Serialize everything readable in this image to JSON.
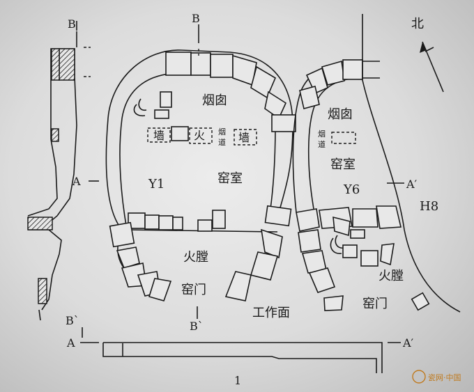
{
  "labels": {
    "chimney_y1": "烟囱",
    "chimney_y6": "烟囱",
    "flue_char1": "烟",
    "flue_char2": "道",
    "flue2_char1": "烟",
    "flue2_char2": "道",
    "chamber_y1": "窑室",
    "chamber_y6": "窑室",
    "kiln_y1": "Y1",
    "kiln_y6": "Y6",
    "pit_h8": "H8",
    "firebox_y1": "火膛",
    "firebox_y6": "火膛",
    "door_y1": "窑门",
    "door_y6": "窑门",
    "work_area": "工作面",
    "wall_left": "墙",
    "fire_char": "火",
    "wall_right": "墙",
    "north": "北",
    "figure_number": "1"
  },
  "section_marks": {
    "b_top_left": "B",
    "b_top_mid": "B",
    "b_bottom_left": "B`",
    "b_bottom_mid": "B`",
    "a_left_mid": "A",
    "a_right_mid": "A′",
    "a_bottom_left": "A",
    "a_bottom_right": "A′"
  },
  "watermark": "瓷网·中国",
  "colors": {
    "ink": "#1a1a1a",
    "paper": "#e6e6e6",
    "watermark": "#c07a1e"
  }
}
